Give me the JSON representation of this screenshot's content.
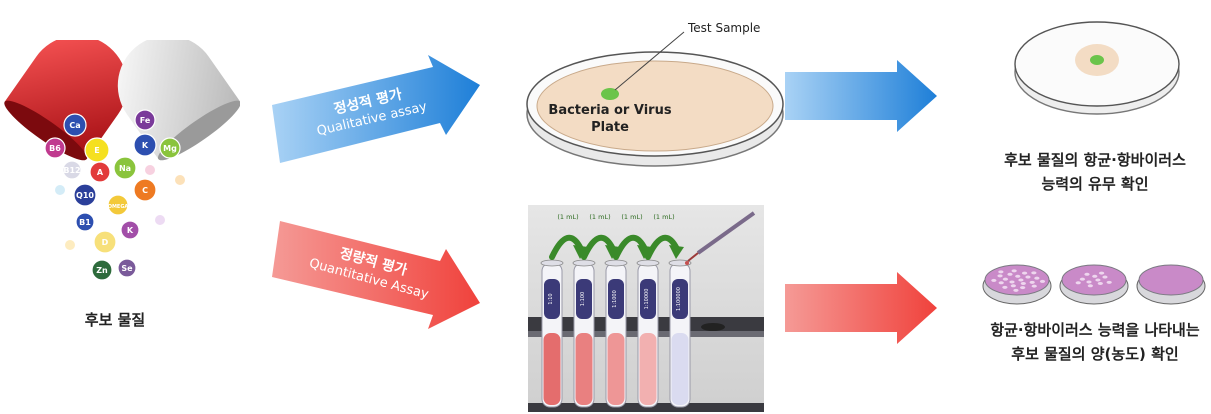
{
  "candidate": {
    "label": "후보 물질",
    "vitamins": [
      "Ca",
      "B6",
      "E",
      "B12",
      "A",
      "Na",
      "Q10",
      "OMEGA",
      "Fe",
      "K",
      "Mg",
      "C",
      "B1",
      "D",
      "K",
      "Zn",
      "Se"
    ]
  },
  "qualitative": {
    "label_ko": "정성적 평가",
    "label_en": "Qualitative assay",
    "callout": "Test Sample",
    "plate_text_1": "Bacteria or Virus",
    "plate_text_2": "Plate",
    "result_line1": "후보 물질의 항균·항바이러스",
    "result_line2": "능력의 유무 확인"
  },
  "quantitative": {
    "label_ko": "정량적 평가",
    "label_en": "Quantitative Assay",
    "transfer_labels": [
      "(1 mL)",
      "(1 mL)",
      "(1 mL)",
      "(1 mL)"
    ],
    "dilutions": [
      "1:10",
      "1:100",
      "1:1000",
      "1:10000",
      "1:100000"
    ],
    "result_line1": "항균·항바이러스 능력을 나타내는",
    "result_line2": "후보 물질의 양(농도) 확인"
  },
  "colors": {
    "blue": "#1e7fd8",
    "red": "#f0423c",
    "agar": "#f3dcc4",
    "spot": "#6bc44a",
    "plaque": "#d9a6d8"
  }
}
